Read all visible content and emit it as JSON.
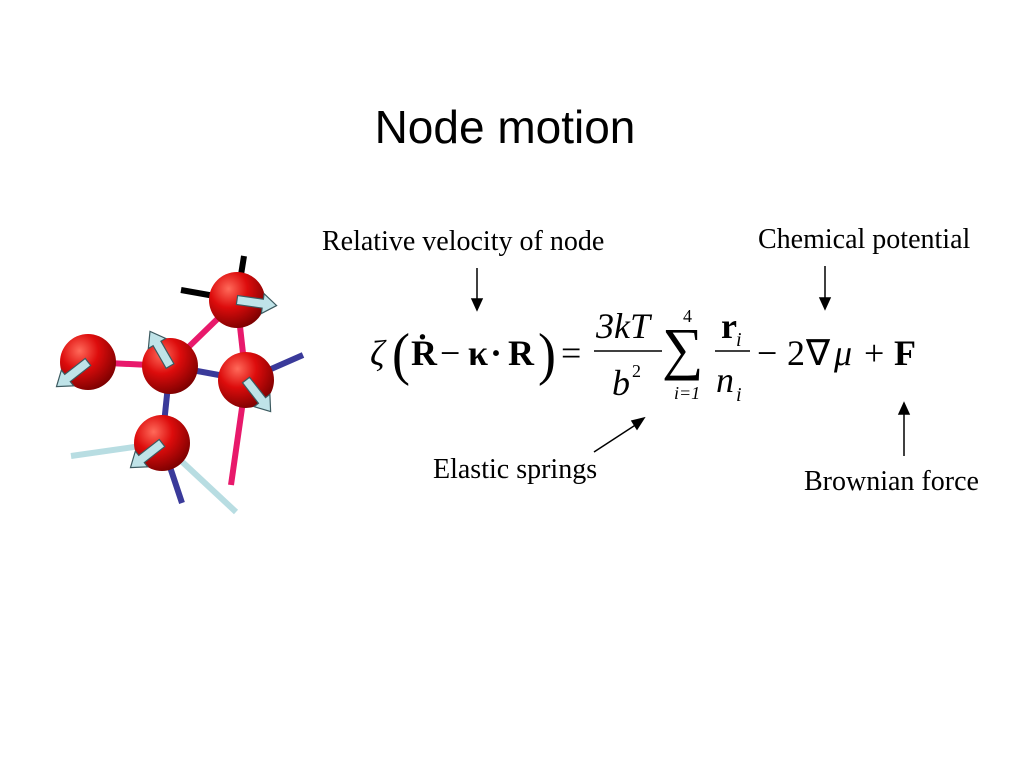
{
  "title": "Node motion",
  "annotations": {
    "relative_velocity": "Relative velocity of node",
    "chemical_potential": "Chemical potential",
    "elastic_springs": "Elastic springs",
    "brownian_force": "Brownian force"
  },
  "equation": {
    "zeta": "ζ",
    "lparen": "(",
    "R_dot": "Ṙ",
    "minus1": "−",
    "kappa": "κ",
    "dot": "·",
    "R": "R",
    "rparen": ")",
    "equals": "=",
    "frac_num": "3kT",
    "frac_den_base": "b",
    "frac_den_exp": "2",
    "sum_sign": "∑",
    "sum_upper": "4",
    "sum_lower": "i=1",
    "r": "r",
    "r_sub": "i",
    "n": "n",
    "n_sub": "i",
    "minus2": "−",
    "two": "2",
    "nabla": "∇",
    "mu": "μ",
    "plus": "+",
    "F": "F"
  },
  "colors": {
    "node": "#dd0c0c",
    "spring_pink": "#e8196b",
    "spring_navy": "#3a3a9a",
    "spring_lightblue": "#b8dde2",
    "spring_black": "#000000",
    "arrow_fill": "#bfe3e8"
  }
}
